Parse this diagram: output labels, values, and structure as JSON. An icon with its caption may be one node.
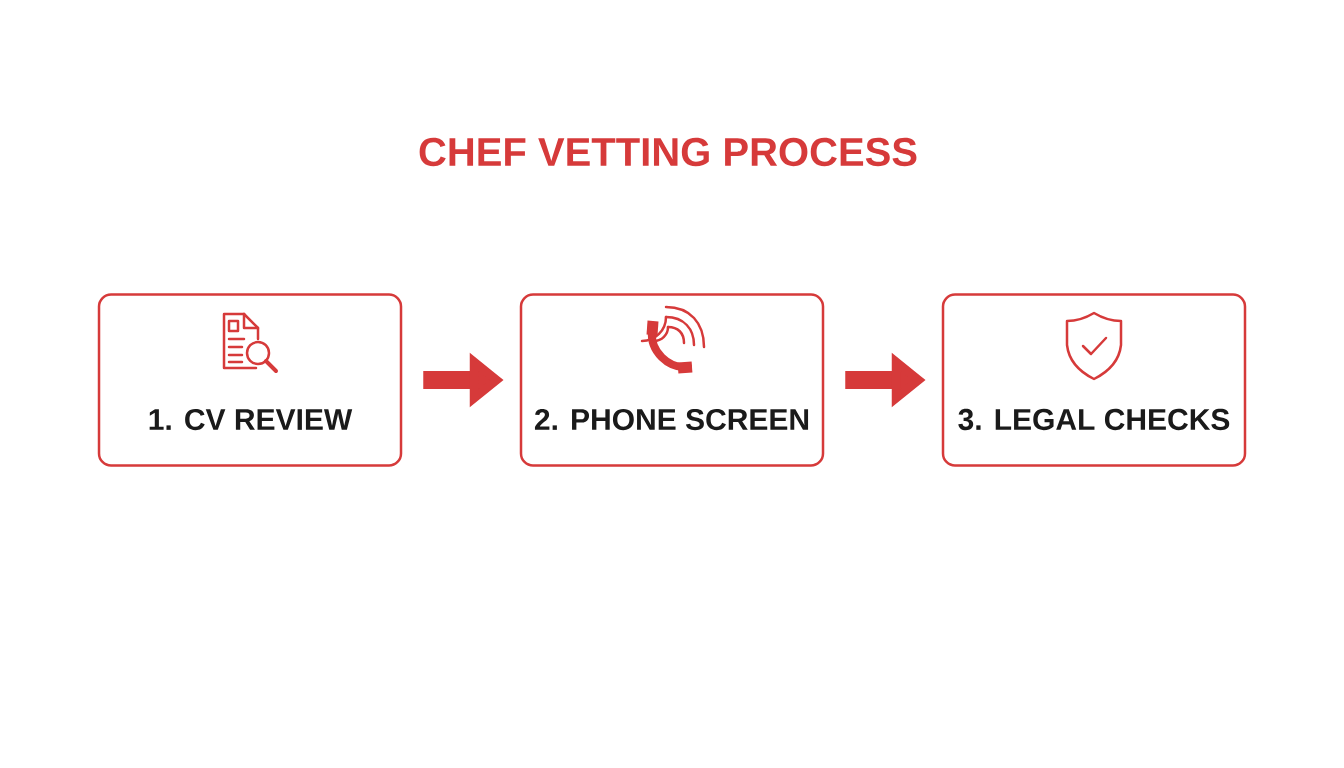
{
  "diagram": {
    "title": "CHEF VETTING PROCESS",
    "nodes": [
      {
        "text": [
          "1. CV REVIEW"
        ]
      },
      {
        "text": [
          "2. PHONE SCREEN"
        ]
      },
      {
        "text": [
          "3. LEGAL CHECKS"
        ]
      }
    ],
    "edges": [
      {
        "from": 0,
        "to": 1,
        "arrow": "to"
      },
      {
        "from": 1,
        "to": 2,
        "arrow": "to"
      }
    ]
  }
}
